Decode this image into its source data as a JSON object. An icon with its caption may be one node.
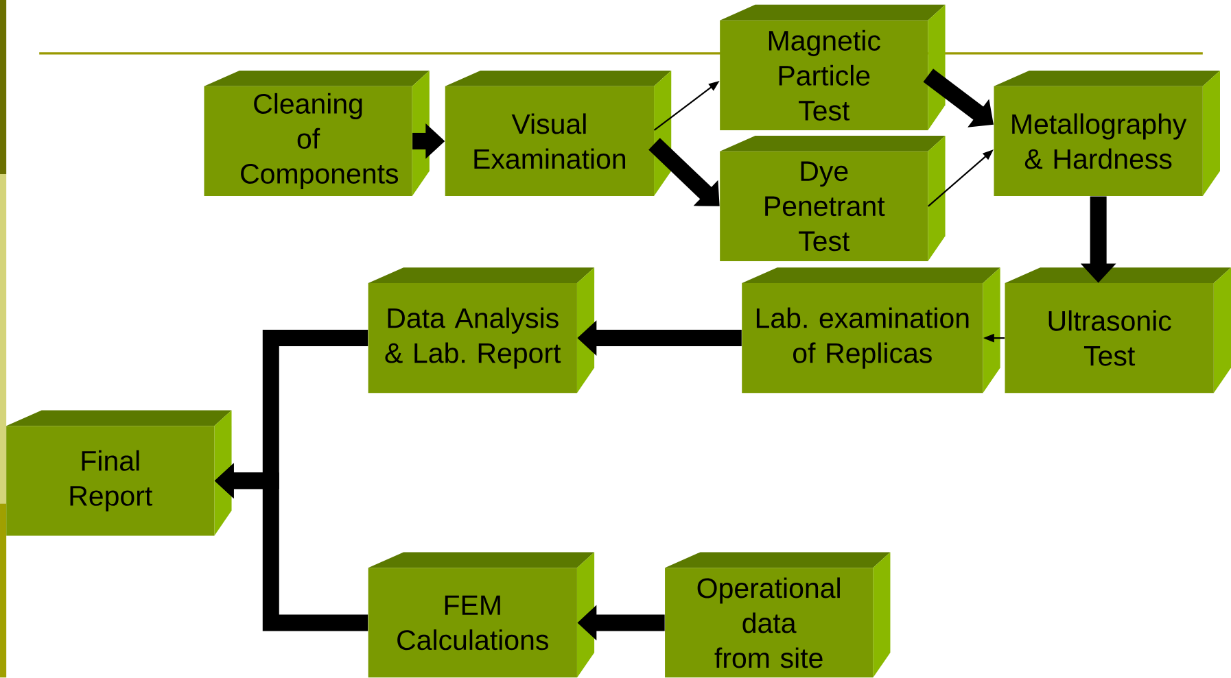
{
  "diagram": {
    "nodes": [
      {
        "text": [
          "Cleaning of Components"
        ]
      },
      {
        "text": [
          "Visual Examination"
        ]
      },
      {
        "text": [
          "Magnetic Particle Test"
        ]
      },
      {
        "text": [
          "Dye Penetrant Test"
        ]
      },
      {
        "text": [
          "Metallography & Hardness"
        ]
      },
      {
        "text": [
          "Ultrasonic Test"
        ]
      },
      {
        "text": [
          "Lab. examination of Replicas"
        ]
      },
      {
        "text": [
          "Data Analysis & Lab. Report"
        ]
      },
      {
        "text": [
          "Final Report"
        ]
      },
      {
        "text": [
          "Operational data from site"
        ]
      },
      {
        "text": [
          "FEM Calculations"
        ]
      }
    ],
    "edges": [
      {
        "from": 0,
        "to": 1,
        "arrow": "to"
      },
      {
        "from": 1,
        "to": 2,
        "arrow": "to"
      },
      {
        "from": 1,
        "to": 3,
        "arrow": "to"
      },
      {
        "from": 2,
        "to": 4,
        "arrow": "to"
      },
      {
        "from": 3,
        "to": 4,
        "arrow": "to"
      },
      {
        "from": 4,
        "to": 5,
        "arrow": "to"
      },
      {
        "from": 5,
        "to": 6,
        "arrow": "to"
      },
      {
        "from": 6,
        "to": 7,
        "arrow": "to"
      },
      {
        "from": 7,
        "to": 8,
        "arrow": "to"
      },
      {
        "from": 10,
        "to": 8,
        "arrow": "to"
      },
      {
        "from": 9,
        "to": 10,
        "arrow": "to"
      }
    ]
  }
}
